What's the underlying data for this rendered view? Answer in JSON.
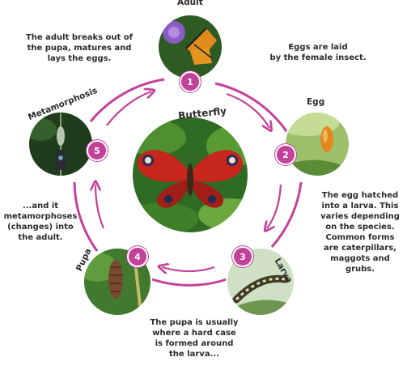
{
  "diagram": {
    "title": "Butterfly",
    "accent_color": "#c4419a",
    "stages": [
      {
        "number": "1",
        "name": "Adult",
        "photo": "butterfly-on-flower-photo"
      },
      {
        "number": "2",
        "name": "Egg",
        "photo": "butterfly-egg-photo"
      },
      {
        "number": "3",
        "name": "Larva",
        "photo": "caterpillar-photo"
      },
      {
        "number": "4",
        "name": "Pupa",
        "photo": "chrysalis-photo"
      },
      {
        "number": "5",
        "name": "Metamorphosis",
        "photo": "emerging-butterfly-photo"
      }
    ],
    "descriptions": {
      "adult": [
        "The adult breaks out of",
        "the pupa, matures and",
        "lays the eggs."
      ],
      "egg": [
        "Eggs are laid",
        "by the female insect."
      ],
      "larva": [
        "The egg hatched",
        "into a larva. This",
        "varies depending",
        "on the species.",
        "Common forms",
        "are caterpillars,",
        "maggots and grubs."
      ],
      "pupa": [
        "The pupa is usually",
        "where a hard case",
        "is formed around",
        "the larva..."
      ],
      "metamorphosis": [
        "...and it",
        "metamorphoses",
        "(changes) into",
        "the adult."
      ]
    }
  }
}
